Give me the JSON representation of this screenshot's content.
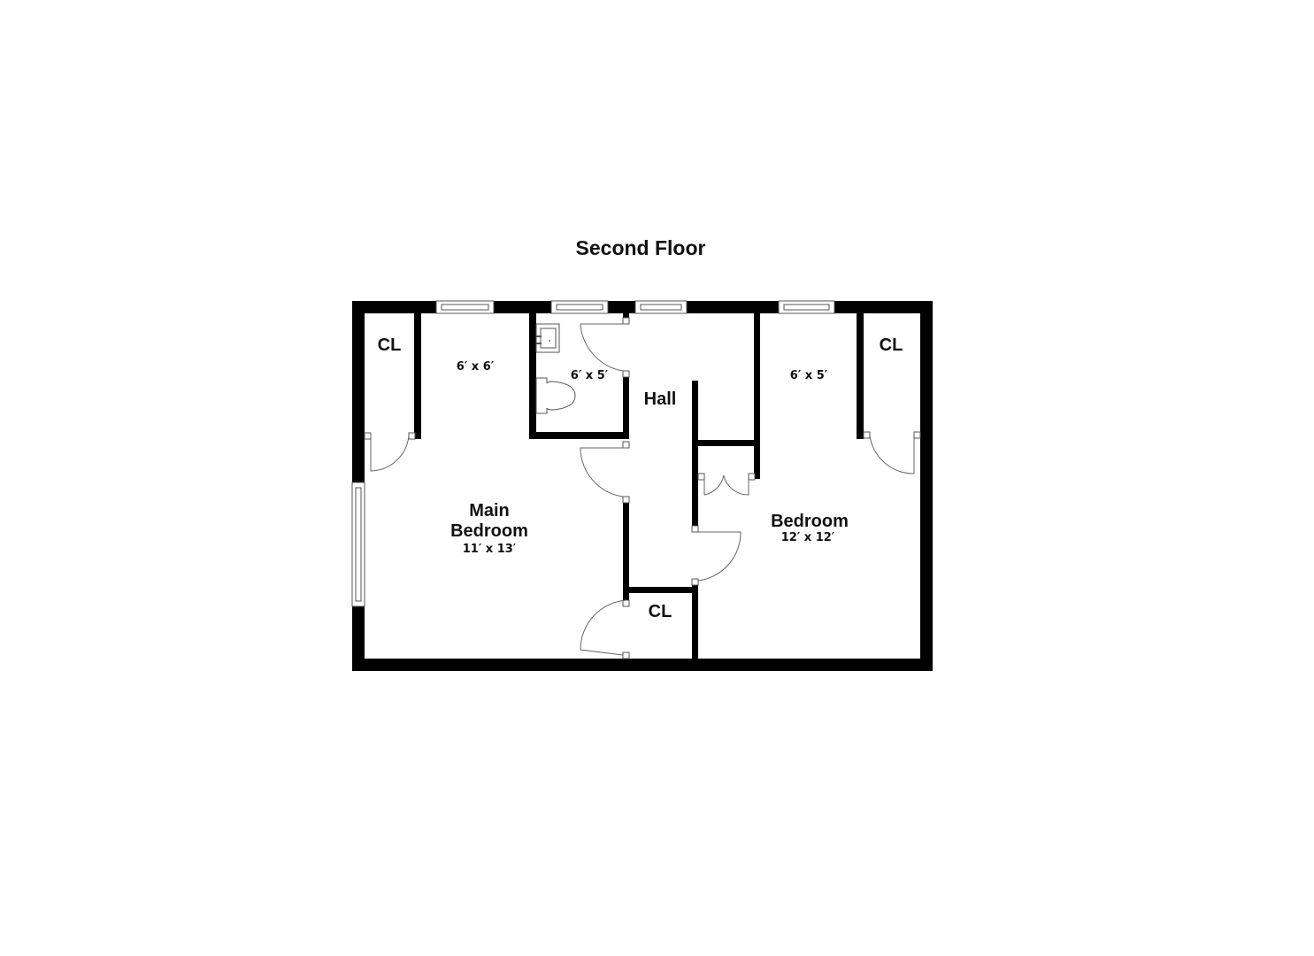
{
  "title": "Second Floor",
  "colors": {
    "wall": "#000000",
    "background": "#ffffff",
    "fixture_line": "#555555"
  },
  "rooms": {
    "closet_left": {
      "name": "CL"
    },
    "walk_in_left": {
      "dims": "6′ x 6′"
    },
    "bathroom": {
      "dims": "6′ x 5′"
    },
    "hall": {
      "name": "Hall"
    },
    "walk_in_right": {
      "dims": "6′ x 5′"
    },
    "closet_right": {
      "name": "CL"
    },
    "main_bedroom": {
      "name_line1": "Main",
      "name_line2": "Bedroom",
      "dims": "11′ x 13′"
    },
    "bedroom": {
      "name": "Bedroom",
      "dims": "12′ x 12′"
    },
    "closet_bottom": {
      "name": "CL"
    }
  }
}
